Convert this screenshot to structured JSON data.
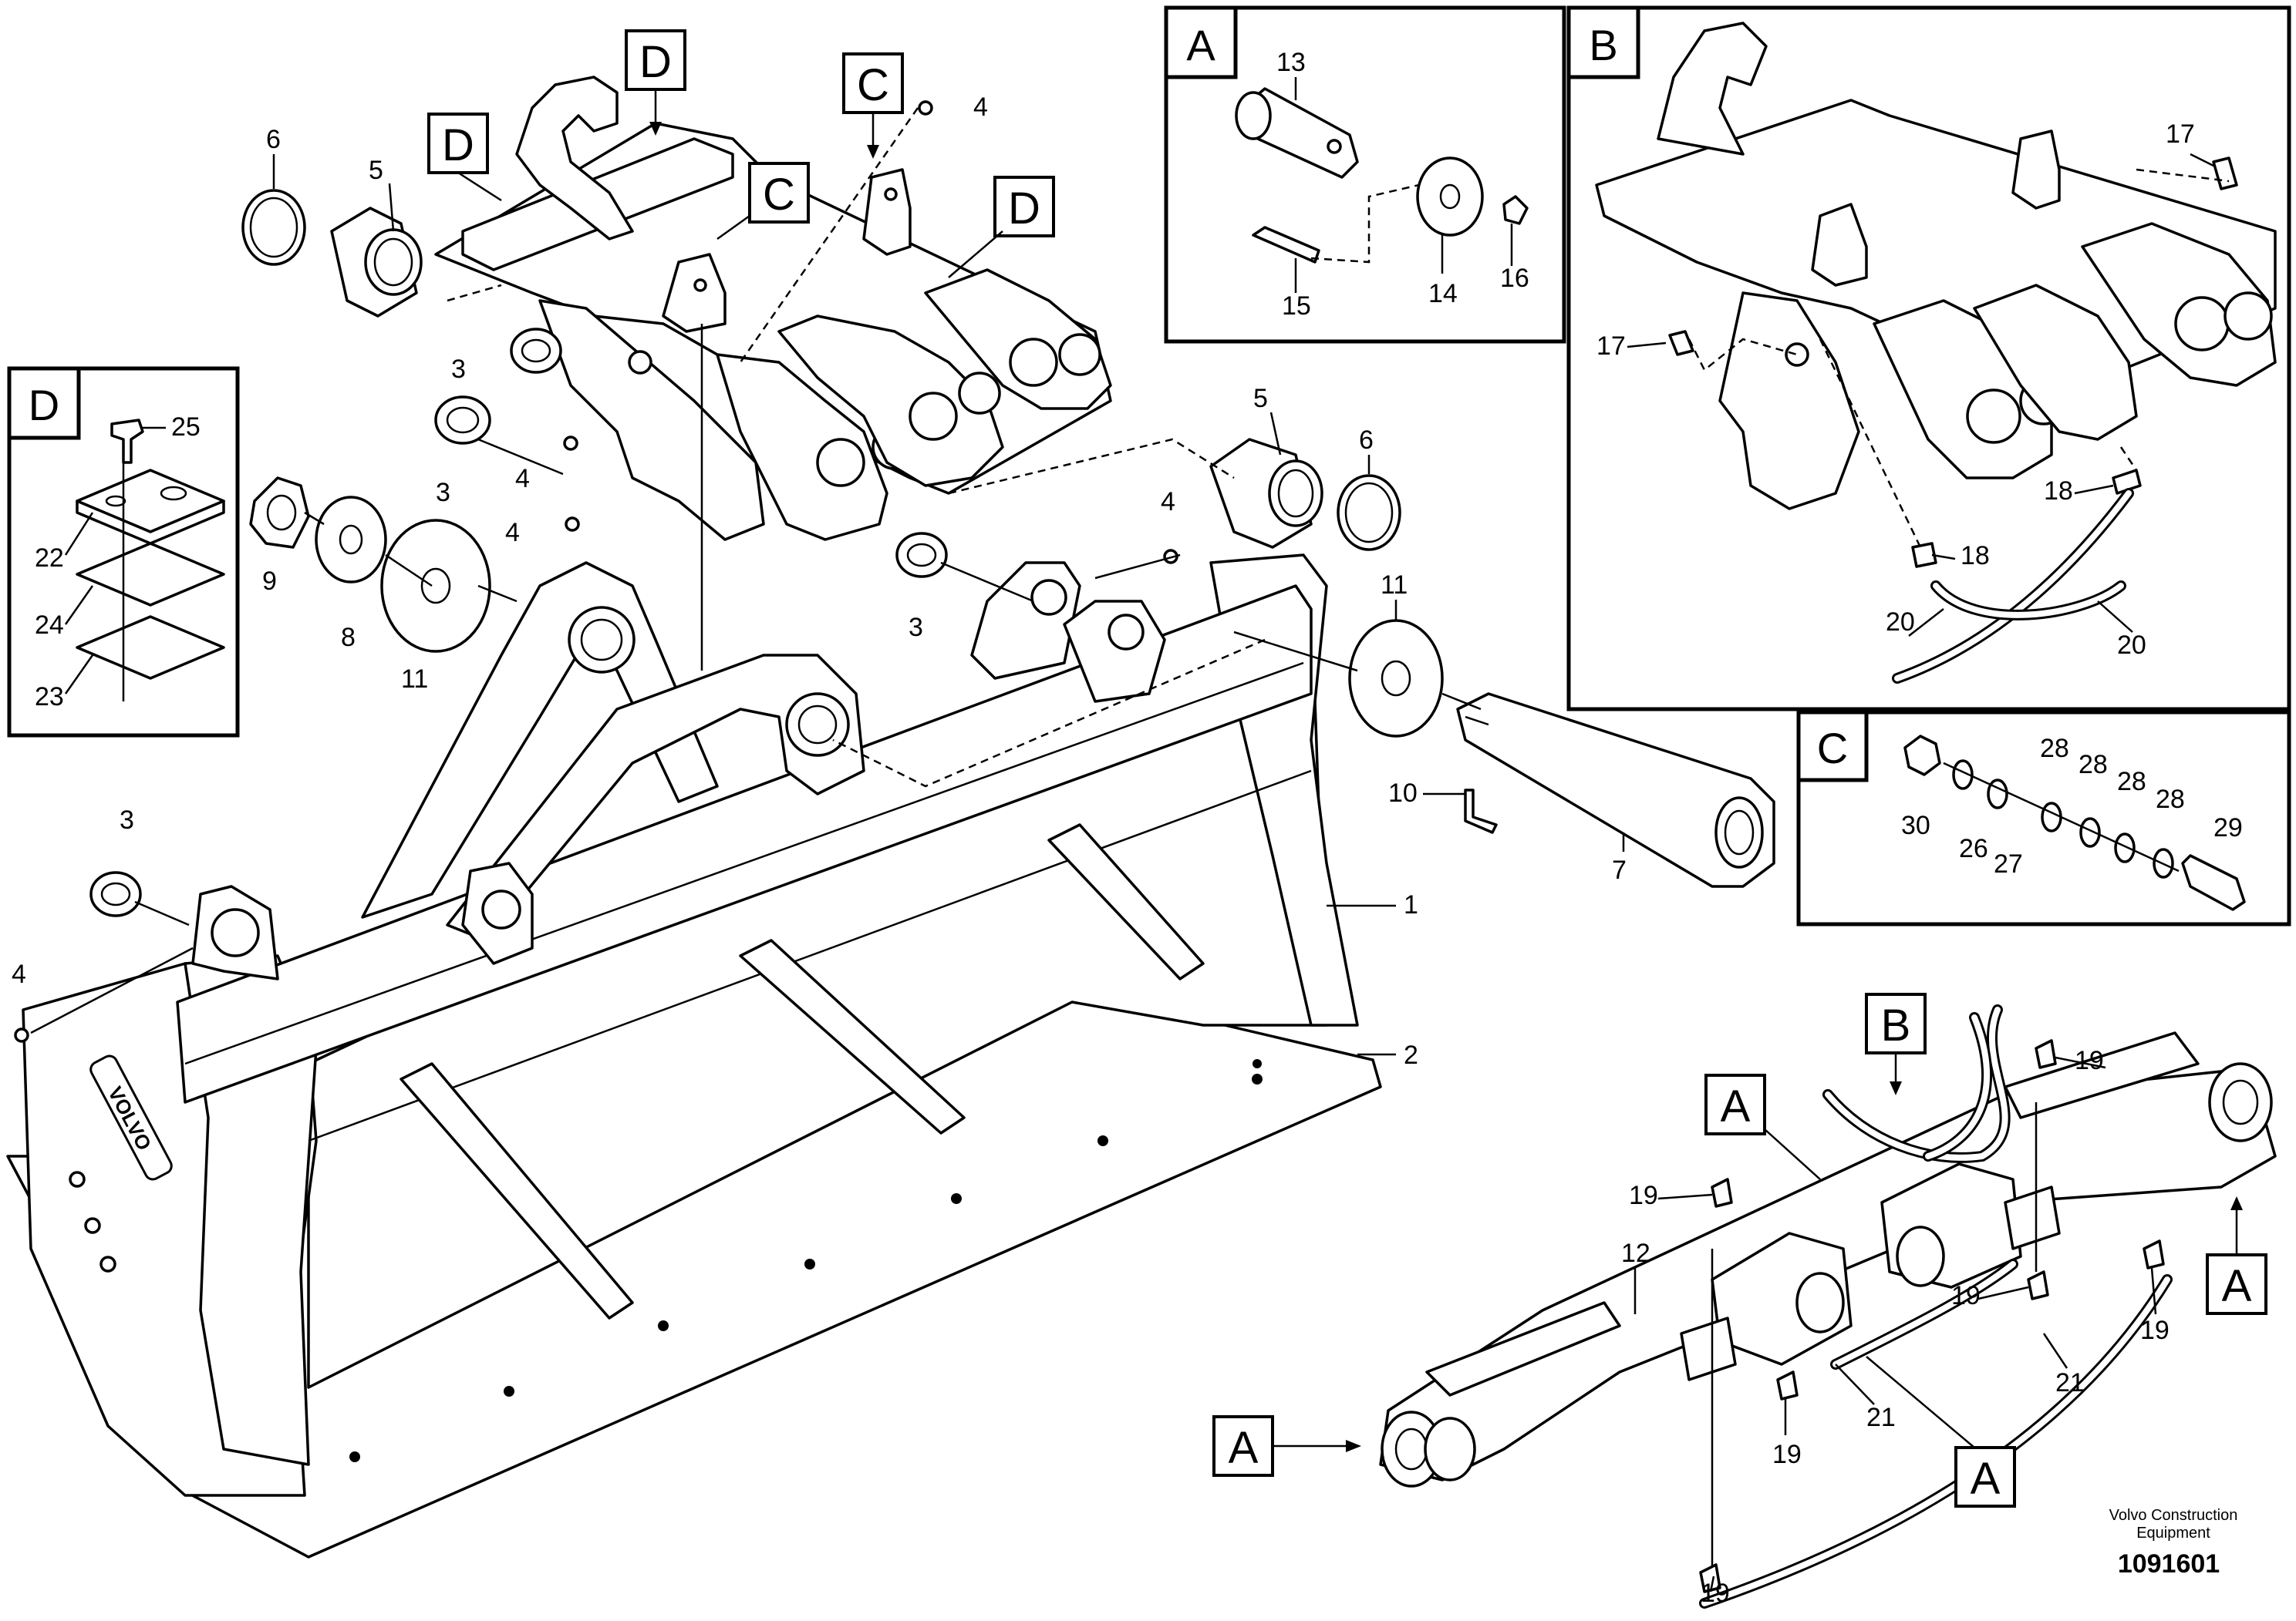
{
  "footer": {
    "brand_line1": "Volvo Construction",
    "brand_line2": "Equipment",
    "drawing_number": "1091601"
  },
  "detail_panels": {
    "A": "A",
    "B": "B",
    "C": "C",
    "D": "D"
  },
  "callouts": {
    "d1": "D",
    "d2": "D",
    "d3": "D",
    "c1": "C",
    "c2": "C",
    "a1": "A",
    "a2": "A",
    "a3": "A",
    "a4": "A",
    "b1": "B"
  },
  "parts": {
    "p1": "1",
    "p2": "2",
    "p3a": "3",
    "p3b": "3",
    "p3c": "3",
    "p3d": "3",
    "p4a": "4",
    "p4b": "4",
    "p4c": "4",
    "p4d": "4",
    "p4e": "4",
    "p5a": "5",
    "p5b": "5",
    "p6a": "6",
    "p6b": "6",
    "p7": "7",
    "p8": "8",
    "p9": "9",
    "p10": "10",
    "p11a": "11",
    "p11b": "11",
    "p12": "12",
    "p13": "13",
    "p14": "14",
    "p15": "15",
    "p16": "16",
    "p17a": "17",
    "p17b": "17",
    "p18a": "18",
    "p18b": "18",
    "p19a": "19",
    "p19b": "19",
    "p19c": "19",
    "p19d": "19",
    "p19e": "19",
    "p19f": "19",
    "p20a": "20",
    "p20b": "20",
    "p21a": "21",
    "p21b": "21",
    "p22": "22",
    "p23": "23",
    "p24": "24",
    "p25": "25",
    "p26": "26",
    "p27": "27",
    "p28a": "28",
    "p28b": "28",
    "p28c": "28",
    "p28d": "28",
    "p29": "29",
    "p30": "30"
  },
  "logo": "VOLVO"
}
